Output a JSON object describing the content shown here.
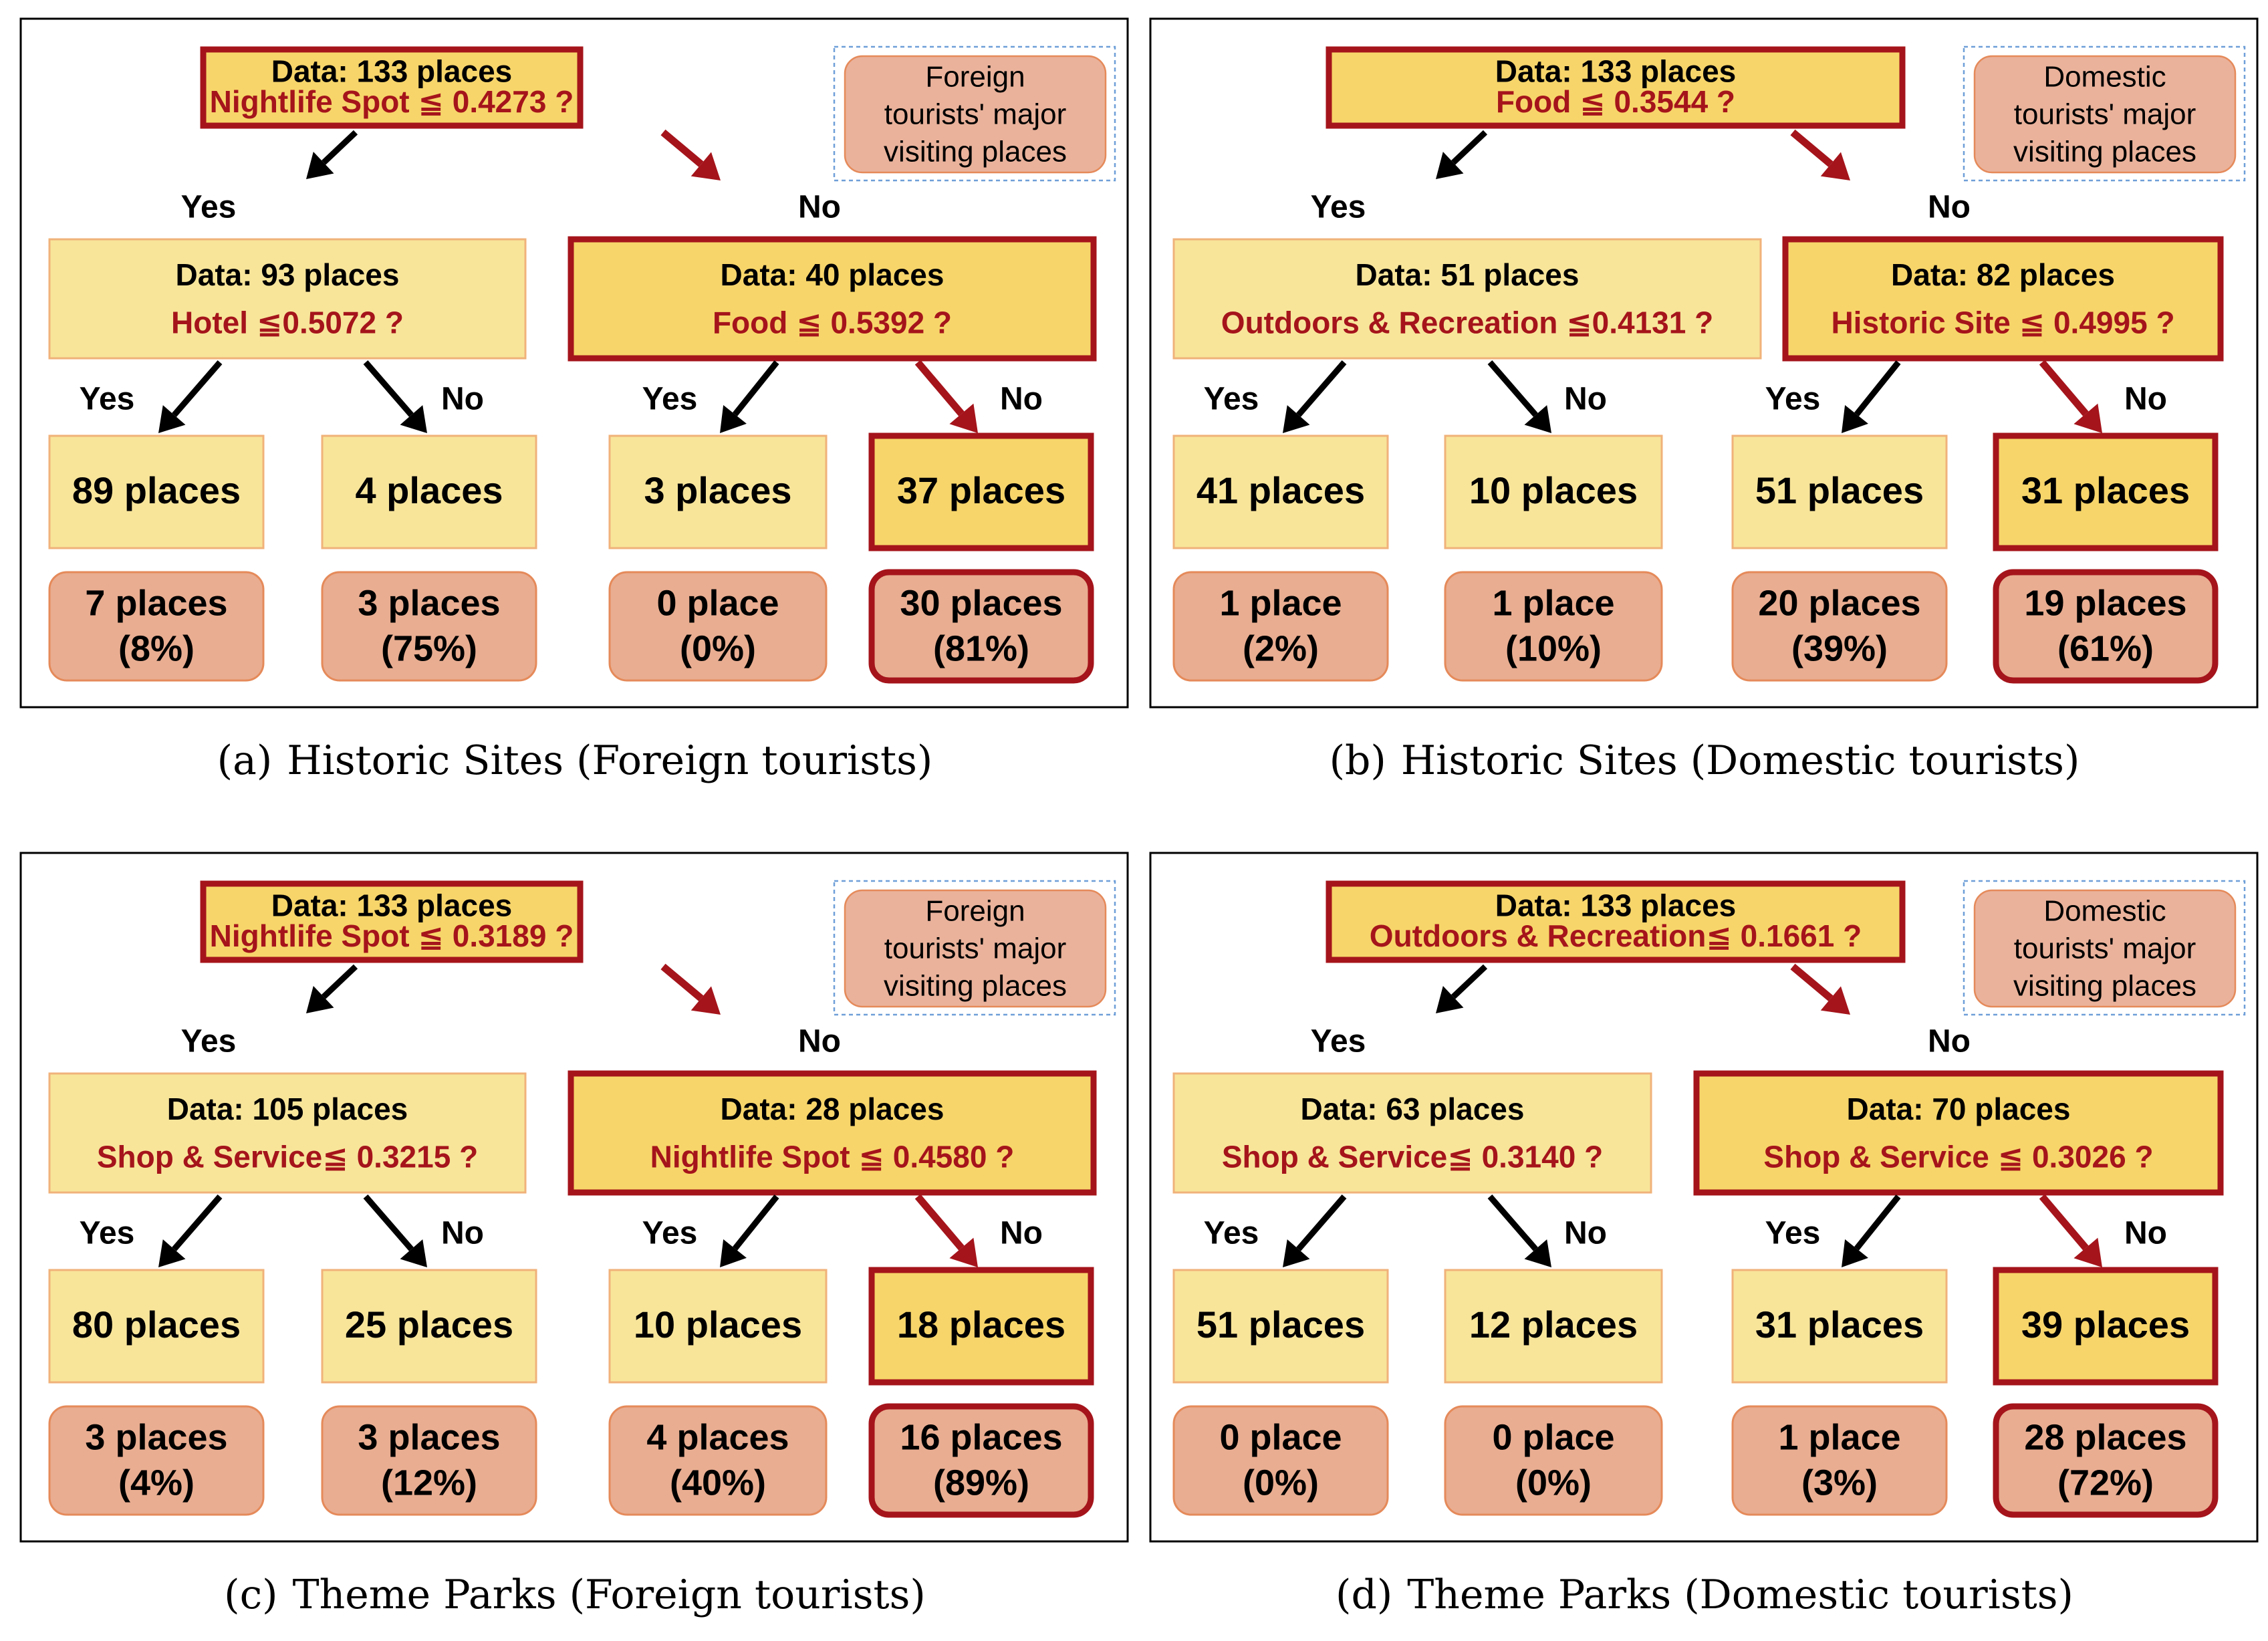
{
  "colors": {
    "node_fill": "#f8e59a",
    "node_fill_path": "#f7d56a",
    "node_border": "#f0b27a",
    "path_border": "#a5141b",
    "leaf_fill": "#e9ad91",
    "leaf_border": "#e58a5a",
    "note_fill": "#eab29b",
    "note_dashed_border": "#6f9fd8",
    "question_text": "#a5141b",
    "black_text": "#000000",
    "black_arrow": "#000000",
    "red_arrow": "#a5141b"
  },
  "panels": [
    {
      "label": "(a)",
      "caption": "Historic Sites (Foreign tourists)",
      "note": [
        "Foreign",
        "tourists' major",
        "visiting places"
      ],
      "root": {
        "data": "Data: 133 places",
        "question": "Nightlife Spot ≦ 0.4273 ?"
      },
      "left": {
        "data": "Data: 93 places",
        "question": "Hotel ≦0.5072 ?"
      },
      "right": {
        "data": "Data: 40 places",
        "question": "Food ≦ 0.5392 ?"
      },
      "edges": {
        "yes": "Yes",
        "no": "No"
      },
      "leaves": [
        "89 places",
        "4 places",
        "3 places",
        "37 places"
      ],
      "outcomes": [
        [
          "7 places",
          "(8%)"
        ],
        [
          "3 places",
          "(75%)"
        ],
        [
          "0 place",
          "(0%)"
        ],
        [
          "30 places",
          "(81%)"
        ]
      ]
    },
    {
      "label": "(b)",
      "caption": "Historic Sites (Domestic tourists)",
      "note": [
        "Domestic",
        "tourists' major",
        "visiting places"
      ],
      "root": {
        "data": "Data: 133 places",
        "question": "Food ≦ 0.3544 ?"
      },
      "left": {
        "data": "Data: 51 places",
        "question": "Outdoors & Recreation ≦0.4131 ?"
      },
      "right": {
        "data": "Data: 82 places",
        "question": "Historic Site ≦ 0.4995 ?"
      },
      "edges": {
        "yes": "Yes",
        "no": "No"
      },
      "leaves": [
        "41 places",
        "10 places",
        "51 places",
        "31 places"
      ],
      "outcomes": [
        [
          "1 place",
          "(2%)"
        ],
        [
          "1 place",
          "(10%)"
        ],
        [
          "20 places",
          "(39%)"
        ],
        [
          "19 places",
          "(61%)"
        ]
      ]
    },
    {
      "label": "(c)",
      "caption": "Theme Parks (Foreign tourists)",
      "note": [
        "Foreign",
        "tourists' major",
        "visiting places"
      ],
      "root": {
        "data": "Data: 133 places",
        "question": "Nightlife Spot ≦ 0.3189 ?"
      },
      "left": {
        "data": "Data: 105 places",
        "question": "Shop & Service≦ 0.3215 ?"
      },
      "right": {
        "data": "Data: 28 places",
        "question": "Nightlife Spot ≦ 0.4580 ?"
      },
      "edges": {
        "yes": "Yes",
        "no": "No"
      },
      "leaves": [
        "80 places",
        "25 places",
        "10 places",
        "18 places"
      ],
      "outcomes": [
        [
          "3 places",
          "(4%)"
        ],
        [
          "3 places",
          "(12%)"
        ],
        [
          "4 places",
          "(40%)"
        ],
        [
          "16 places",
          "(89%)"
        ]
      ]
    },
    {
      "label": "(d)",
      "caption": "Theme Parks (Domestic tourists)",
      "note": [
        "Domestic",
        "tourists' major",
        "visiting places"
      ],
      "root": {
        "data": "Data: 133 places",
        "question": "Outdoors & Recreation≦ 0.1661 ?"
      },
      "left": {
        "data": "Data: 63 places",
        "question": "Shop & Service≦ 0.3140 ?"
      },
      "right": {
        "data": "Data: 70 places",
        "question": "Shop & Service ≦ 0.3026 ?"
      },
      "edges": {
        "yes": "Yes",
        "no": "No"
      },
      "leaves": [
        "51 places",
        "12 places",
        "31 places",
        "39 places"
      ],
      "outcomes": [
        [
          "0 place",
          "(0%)"
        ],
        [
          "0 place",
          "(0%)"
        ],
        [
          "1 place",
          "(3%)"
        ],
        [
          "28 places",
          "(72%)"
        ]
      ]
    }
  ]
}
